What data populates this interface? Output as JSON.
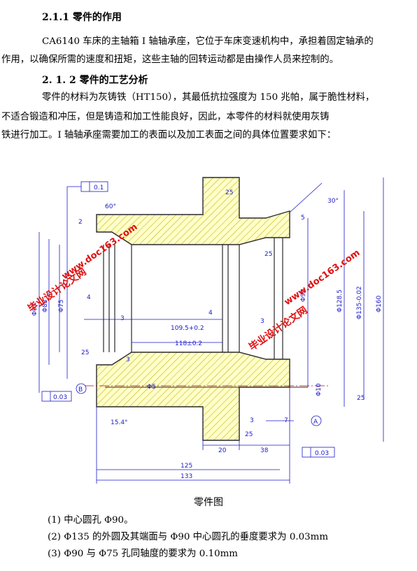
{
  "section1": {
    "heading": "2.1.1 零件的作用",
    "lines": [
      "CA6140 车床的主轴箱 I 轴轴承座，它位于车床变速机构中，承担着固定轴承的",
      "作用，以确保所需的速度和扭矩，这些主轴的回转运动都是由操作人员来控制的。"
    ]
  },
  "section2": {
    "heading": "2. 1. 2 零件的工艺分析",
    "lines": [
      "零件的材料为灰铸铁（HT150），其最低抗拉强度为 150 兆帕，属于脆性材料，",
      "不适合锻造和冲压，但是铸造和加工性能良好，因此，本零件的材料就使用灰铸",
      "铁进行加工。I 轴轴承座需要加工的表面以及加工表面之间的具体位置要求如下："
    ]
  },
  "drawing": {
    "caption": "零件图",
    "labels": {
      "tol_top": "0.1",
      "tol_left": "0.03",
      "tol_bottom": "0.03",
      "angle_60": "60°",
      "angle_30": "30°",
      "angle_15": "15.4°",
      "chamfer_2": "2",
      "chamfer_5": "5",
      "dia_97": "Φ97",
      "dia_83": "Φ83",
      "dia_75": "Φ75",
      "dia_90": "Φ90",
      "dia_5": "Φ5",
      "dia_10": "Φ10",
      "dia_128": "Φ128.5",
      "dia_135": "Φ135-0.02",
      "dia_160": "Φ160",
      "r25": "25",
      "d4a": "4",
      "d4b": "4",
      "d3a": "3",
      "d3b": "3",
      "d3c": "3",
      "d3d": "3",
      "d109": "109.5+0.2",
      "d118": "118±0.2",
      "d20": "20",
      "d38": "38",
      "d7": "7",
      "d125": "125",
      "d133": "133",
      "ref_a": "A",
      "ref_b": "B",
      "rough25": "25"
    },
    "watermarks": {
      "url": "www.doc163.com",
      "cn": "毕业设计论文网"
    }
  },
  "requirements": [
    "(1) 中心圆孔 Φ90。",
    "(2) Φ135 的外圆及其端面与 Φ90 中心圆孔的垂度要求为 0.03mm",
    "(3) Φ90 与 Φ75 孔同轴度的要求为 0.10mm"
  ]
}
